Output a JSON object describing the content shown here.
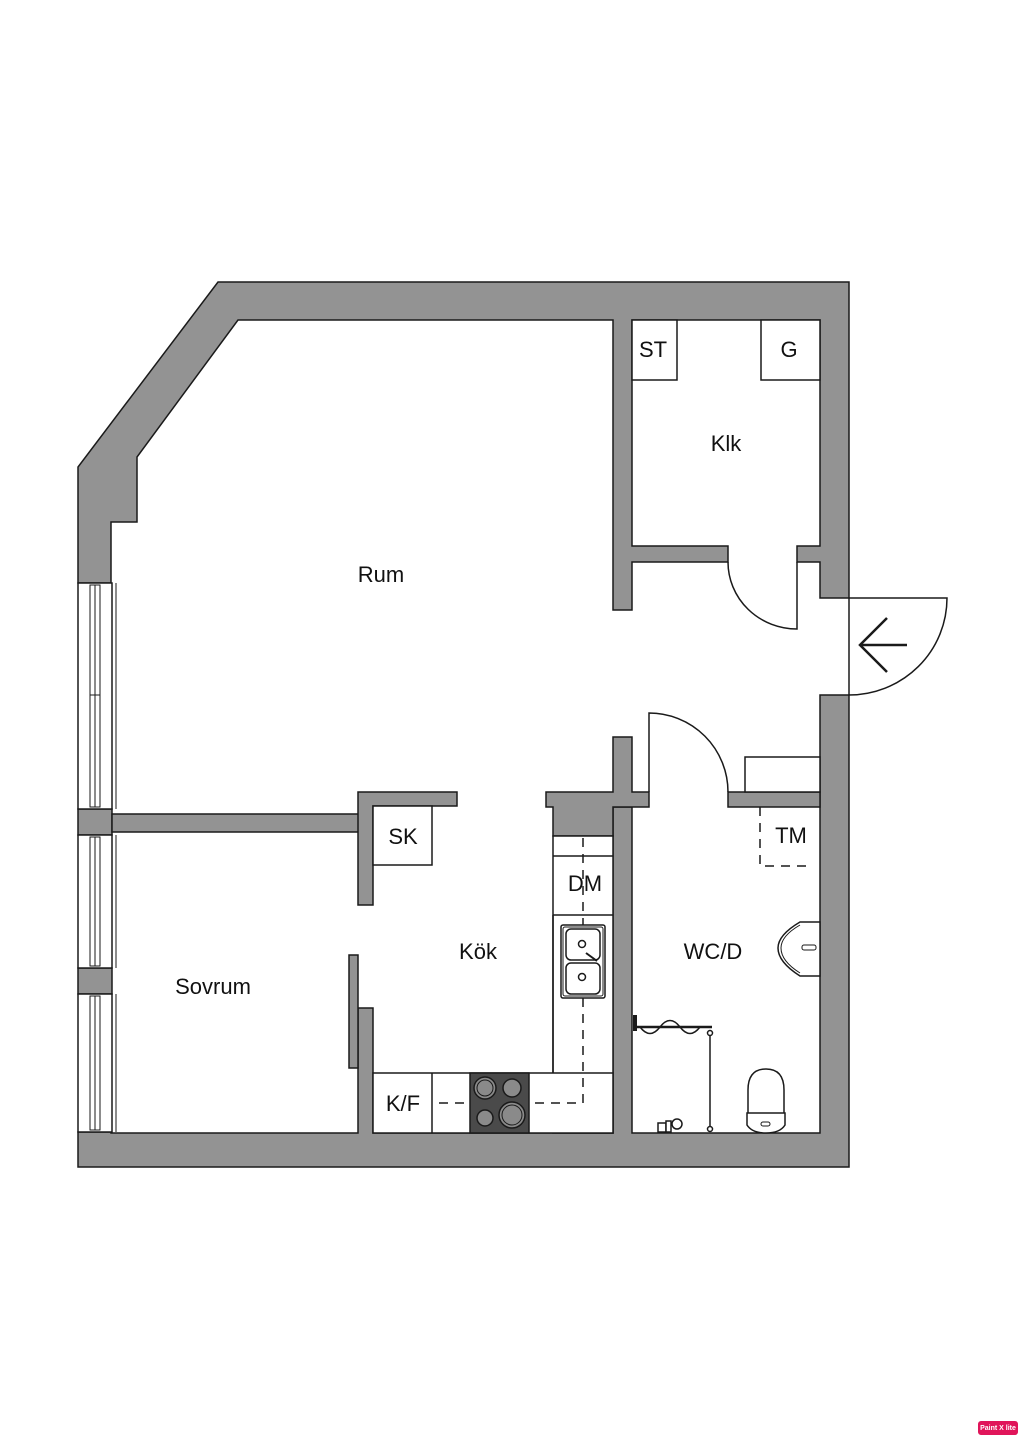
{
  "floorplan": {
    "colors": {
      "wall": "#939393",
      "outline": "#1a1a1a",
      "background": "#ffffff",
      "stove": "#4a4a4a"
    },
    "rooms": {
      "living": "Rum",
      "closet": "Klk",
      "kitchen": "Kök",
      "bedroom": "Sovrum",
      "bathroom": "WC/D"
    },
    "fixtures": {
      "st": "ST",
      "g": "G",
      "sk": "SK",
      "dm": "DM",
      "kf": "K/F",
      "tm": "TM"
    },
    "icons": {
      "entrance": "arrow-left-icon",
      "sink": "double-sink-icon",
      "stove": "stove-icon",
      "washbasin": "washbasin-icon",
      "toilet": "toilet-icon",
      "shower": "shower-curtain-icon"
    }
  },
  "watermark": {
    "label": "Paint X lite"
  }
}
